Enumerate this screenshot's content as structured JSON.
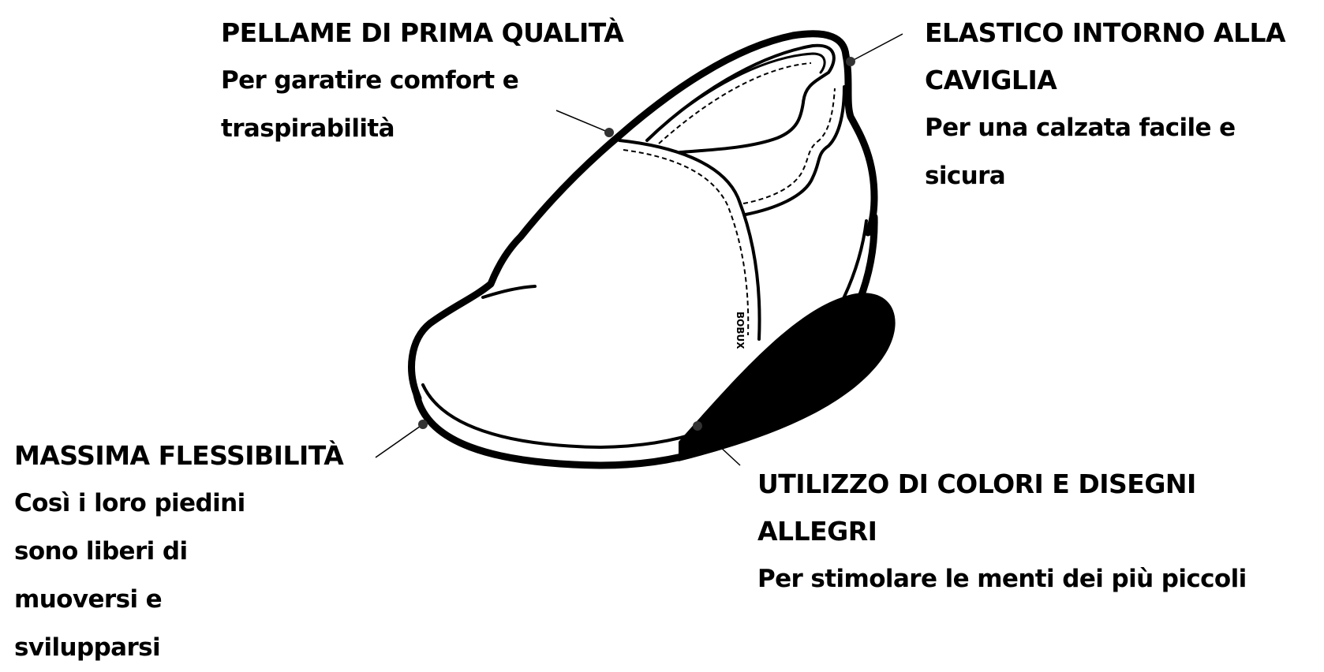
{
  "callouts": {
    "leather": {
      "title": "PELLAME DI PRIMA QUALITÀ",
      "description": "Per garatire comfort e traspirabilità"
    },
    "elastic": {
      "title": "ELASTICO INTORNO ALLA CAVIGLIA",
      "description": "Per una calzata facile e sicura"
    },
    "flexibility": {
      "title": "MASSIMA FLESSIBILITÀ",
      "description": "Così i loro piedini sono liberi di muoversi e svilupparsi"
    },
    "colors": {
      "title": "UTILIZZO DI COLORI E DISEGNI ALLEGRI",
      "description": "Per stimolare le menti dei più piccoli"
    }
  },
  "shoe": {
    "brand_label": "BOBUX"
  },
  "colors": {
    "ink": "#000000",
    "marker": "#333333",
    "background": "#ffffff"
  }
}
